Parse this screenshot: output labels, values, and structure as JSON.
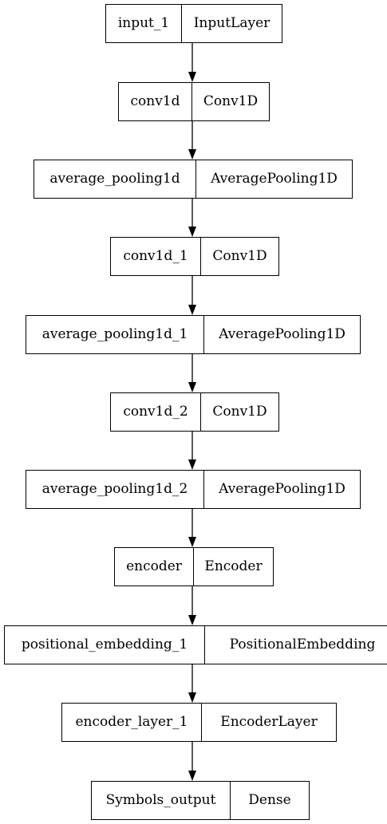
{
  "nodes": [
    {
      "name": "input_1",
      "type": "InputLayer"
    },
    {
      "name": "conv1d",
      "type": "Conv1D"
    },
    {
      "name": "average_pooling1d",
      "type": "AveragePooling1D"
    },
    {
      "name": "conv1d_1",
      "type": "Conv1D"
    },
    {
      "name": "average_pooling1d_1",
      "type": "AveragePooling1D"
    },
    {
      "name": "conv1d_2",
      "type": "Conv1D"
    },
    {
      "name": "average_pooling1d_2",
      "type": "AveragePooling1D"
    },
    {
      "name": "encoder",
      "type": "Encoder"
    },
    {
      "name": "positional_embedding_1",
      "type": "PositionalEmbedding"
    },
    {
      "name": "encoder_layer_1",
      "type": "EncoderLayer"
    },
    {
      "name": "Symbols_output",
      "type": "Dense"
    }
  ],
  "colors": {
    "border": "#000000",
    "background": "#ffffff",
    "text": "#000000"
  }
}
